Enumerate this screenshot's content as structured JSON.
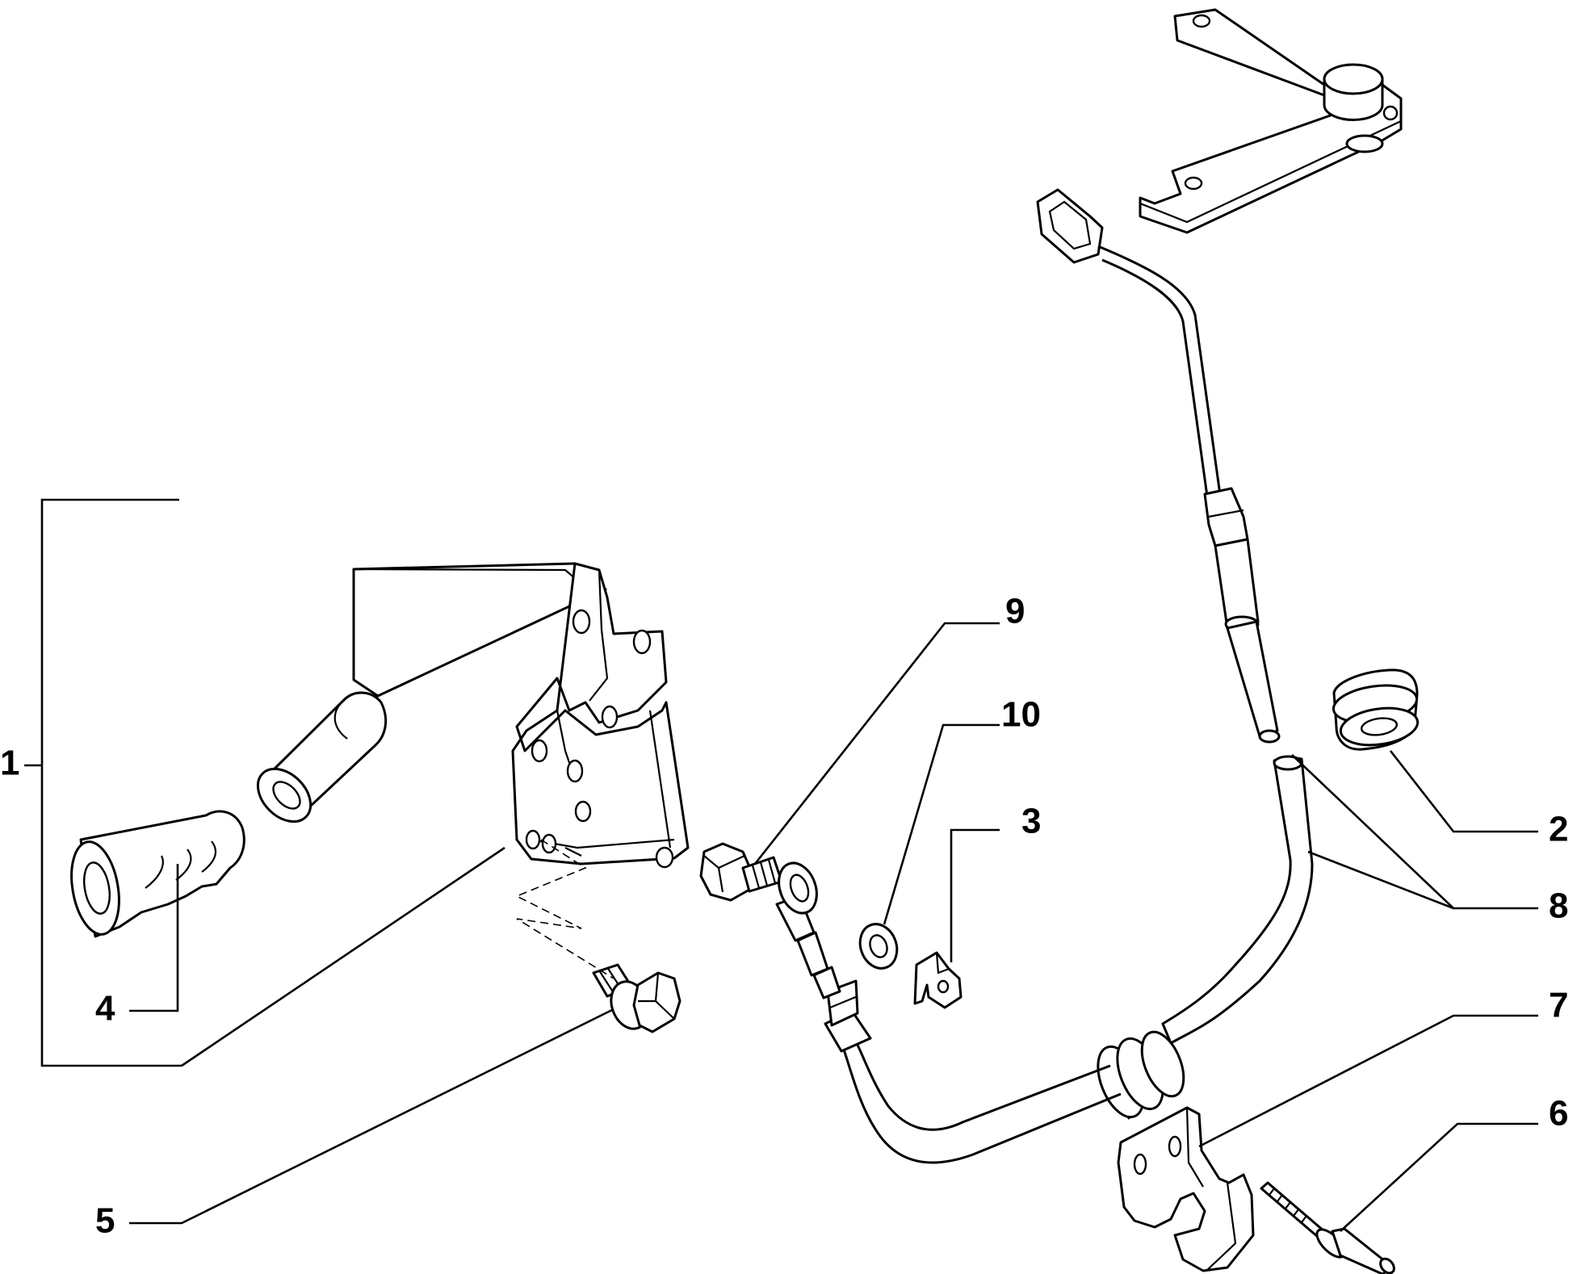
{
  "diagram": {
    "callouts": {
      "c1": "1",
      "c2": "2",
      "c3": "3",
      "c4": "4",
      "c5": "5",
      "c6": "6",
      "c7": "7",
      "c8": "8",
      "c9": "9",
      "c10": "10"
    }
  }
}
